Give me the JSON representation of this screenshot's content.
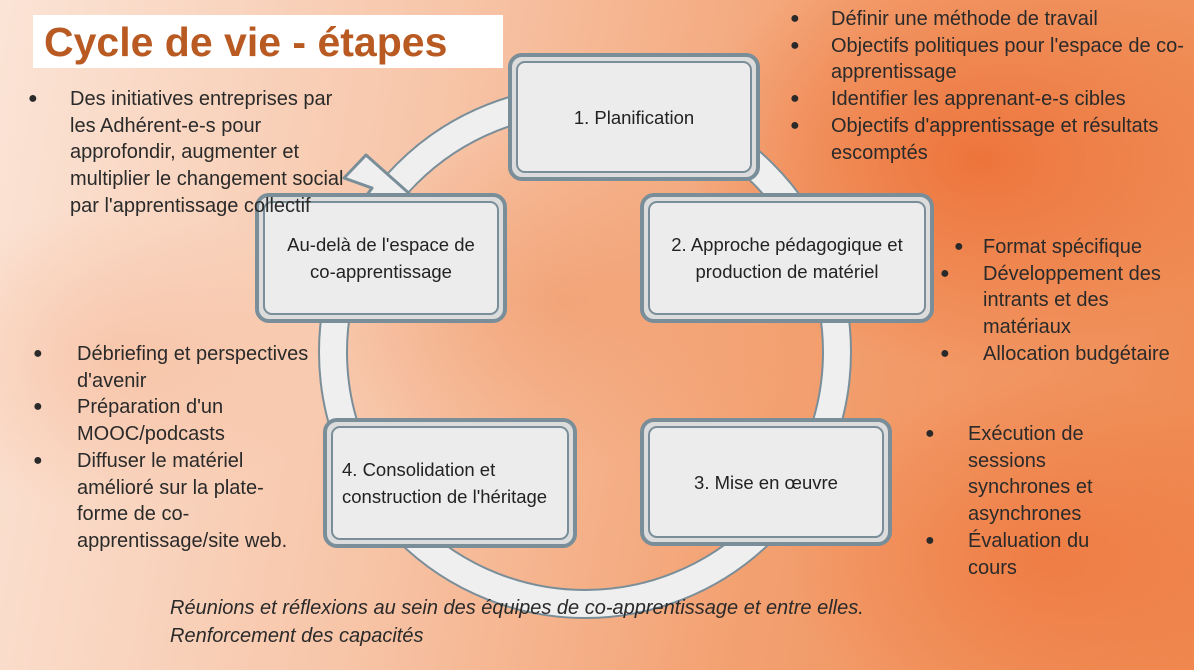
{
  "title": "Cycle de vie - étapes",
  "stages": [
    {
      "label": "1. Planification"
    },
    {
      "label": "2. Approche pédagogique et production de matériel"
    },
    {
      "label": "3. Mise en œuvre"
    },
    {
      "label": "4. Consolidation et construction de l'héritage"
    },
    {
      "label": "Au-delà de l'espace de co-apprentissage"
    }
  ],
  "notes": {
    "planification": [
      "Définir une méthode de travail",
      "Objectifs politiques pour l'espace de co-apprentissage",
      "Identifier les apprenant-e-s cibles",
      "Objectifs d'apprentissage et résultats escomptés"
    ],
    "approche": [
      "Format spécifique",
      "Développement des intrants et des matériaux",
      "Allocation budgétaire"
    ],
    "mise_en_oeuvre": [
      "Exécution de sessions synchrones et asynchrones",
      "Évaluation du cours"
    ],
    "consolidation": [
      "Débriefing et perspectives d'avenir",
      "Préparation d'un MOOC/podcasts",
      "Diffuser le matériel amélioré sur la plate-forme de co-apprentissage/site web."
    ],
    "au_dela": [
      "Des initiatives entreprises par les Adhérent-e-s pour approfondir, augmenter et multiplier le changement social par l'apprentissage collectif"
    ]
  },
  "footer": [
    "Réunions et réflexions au sein des équipes de co-apprentissage et entre elles.",
    "Renforcement des capacités"
  ],
  "colors": {
    "title": "#b85a22",
    "box_fill": "#ececec",
    "box_border": "#7a8e99",
    "ring": "#efefef"
  }
}
